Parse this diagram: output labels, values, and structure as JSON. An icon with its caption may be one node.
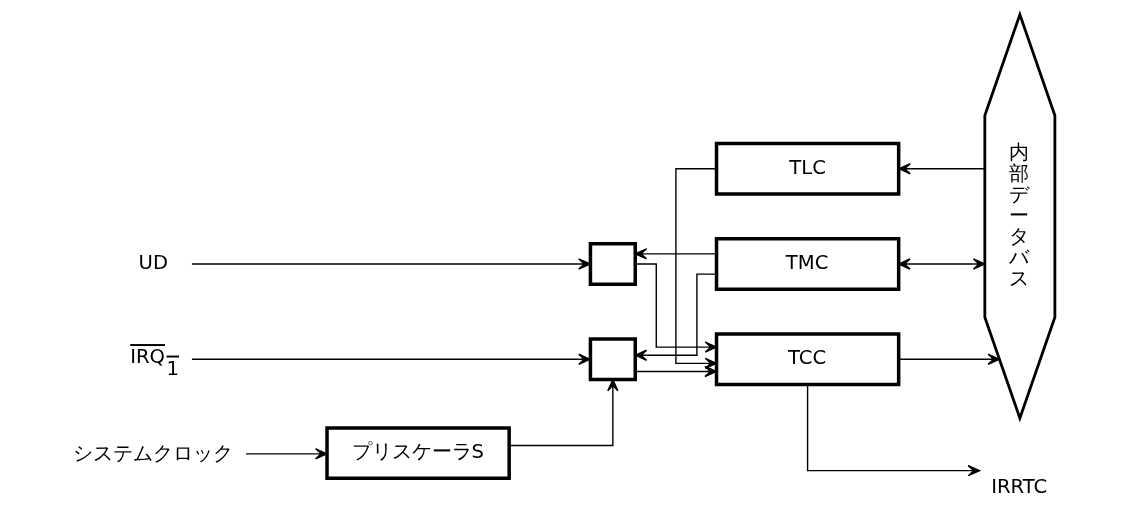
{
  "diagram": {
    "nodes": [
      {
        "text": [
          "システムクロック"
        ]
      },
      {
        "text": [
          "プリスケーラS"
        ]
      },
      {
        "text": [
          "TMC"
        ]
      },
      {
        "text": [
          "内部データバス"
        ]
      },
      {
        "text": [
          "UD"
        ]
      },
      {
        "text": [
          "IRQ$_{1}$"
        ]
      },
      {
        "text": [],
        "shape": "box"
      },
      {
        "text": [],
        "shape": "box"
      },
      {
        "text": [
          "TCC"
        ]
      },
      {
        "text": [
          "TLC"
        ]
      },
      {
        "text": [
          "IRRTC"
        ]
      }
    ],
    "edges": [
      {
        "from": 0,
        "to": 1,
        "arrow": "to"
      },
      {
        "from": 1,
        "to": 7,
        "arrow": "to"
      },
      {
        "from": 2,
        "to": 3,
        "arrow": "both"
      },
      {
        "from": 2,
        "to": 6,
        "arrow": "to"
      },
      {
        "from": 2,
        "to": 7,
        "arrow": "to"
      },
      {
        "from": 4,
        "to": 6,
        "arrow": "to"
      },
      {
        "from": 6,
        "to": 8,
        "arrow": "to"
      },
      {
        "from": 5,
        "to": 7,
        "arrow": "to"
      },
      {
        "from": 7,
        "to": 8,
        "arrow": "to"
      },
      {
        "from": 8,
        "to": 3,
        "arrow": "to"
      },
      {
        "from": 9,
        "to": 8,
        "arrow": "to"
      },
      {
        "from": 3,
        "to": 9,
        "arrow": "to"
      },
      {
        "from": 8,
        "to": 10,
        "arrow": "to"
      }
    ]
  }
}
